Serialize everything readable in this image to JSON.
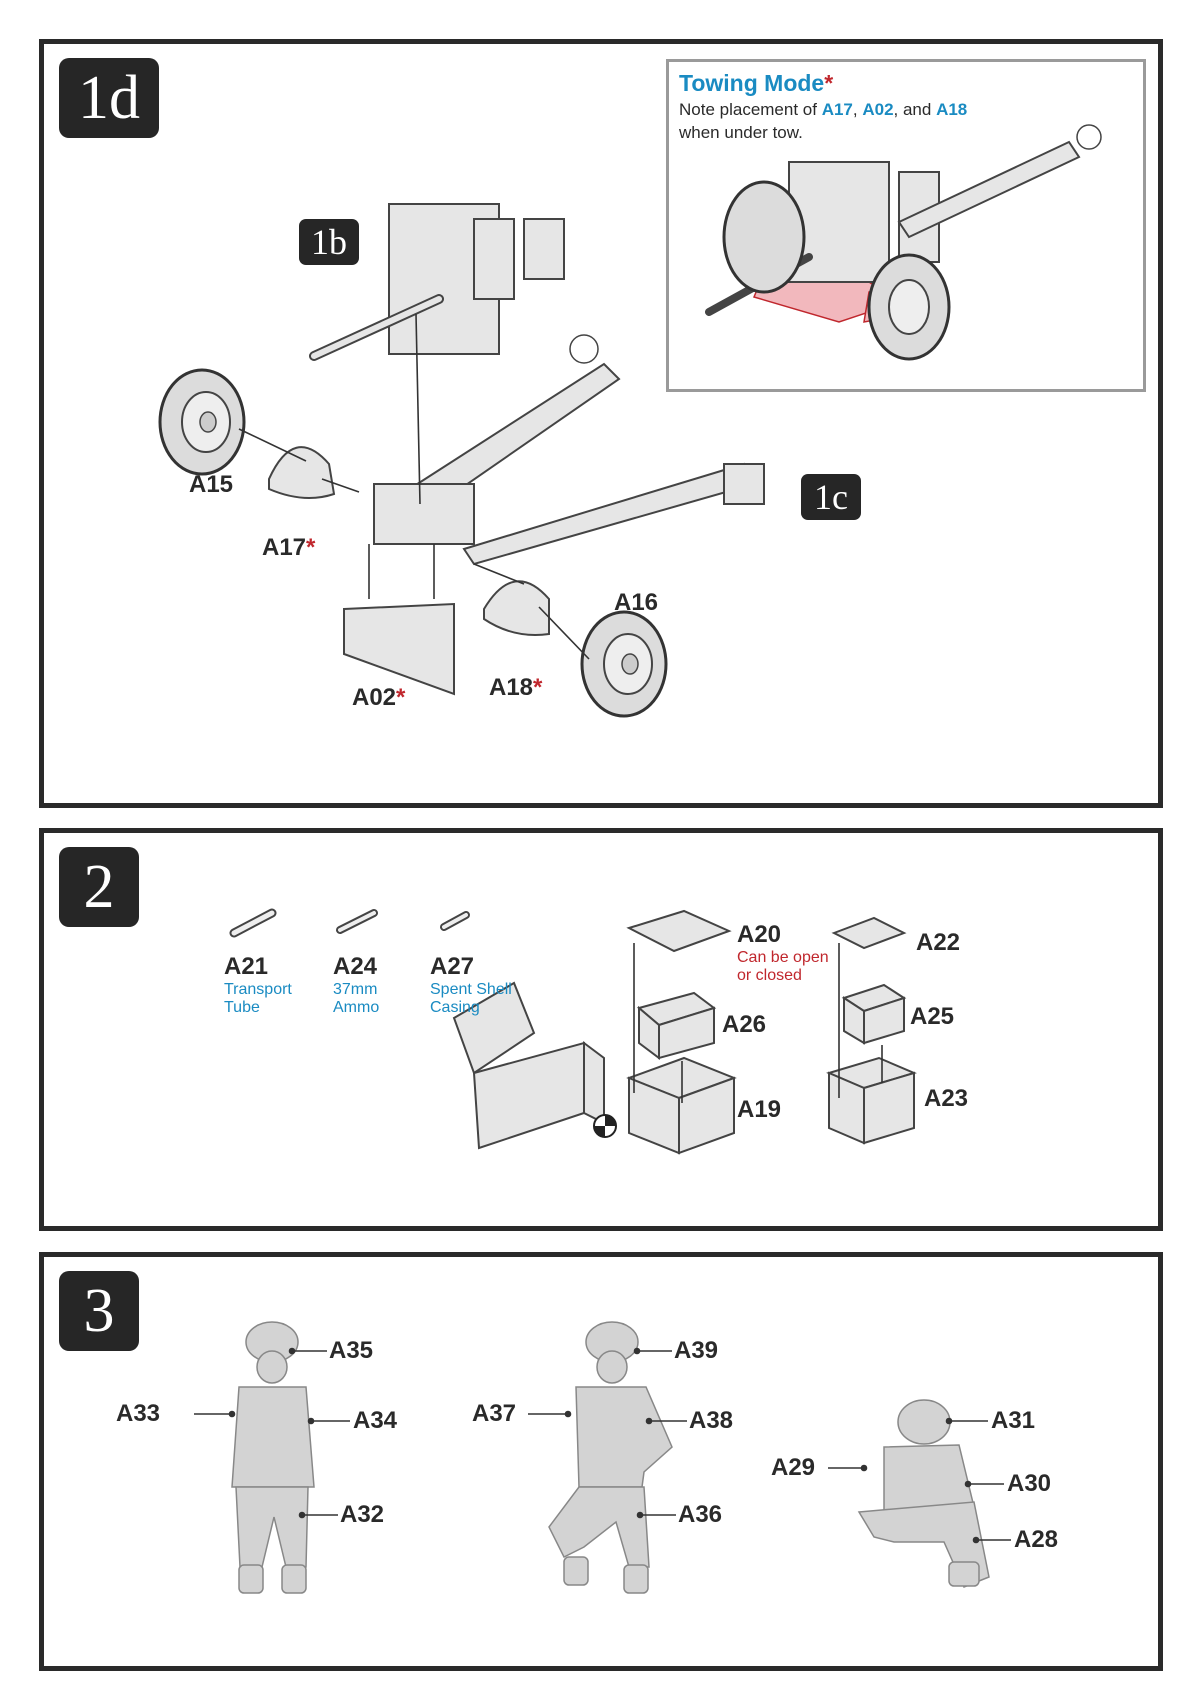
{
  "step_1d": {
    "badge": "1d",
    "ref_badges": [
      "1b",
      "1c"
    ],
    "towing": {
      "title": "Towing Mode",
      "asterisk": "*",
      "line1_prefix": "Note placement of ",
      "p1": "A17",
      "sep1": ", ",
      "p2": "A02",
      "sep2": ", and ",
      "p3": "A18",
      "line2": "when under tow."
    },
    "parts": {
      "a15": "A15",
      "a17": "A17",
      "a16": "A16",
      "a02": "A02",
      "a18": "A18"
    }
  },
  "step_2": {
    "badge": "2",
    "parts": {
      "a21": "A21",
      "a21_note1": "Transport",
      "a21_note2": "Tube",
      "a24": "A24",
      "a24_note1": "37mm",
      "a24_note2": "Ammo",
      "a27": "A27",
      "a27_note1": "Spent Shell",
      "a27_note2": "Casing",
      "a20": "A20",
      "a20_note1": "Can be open",
      "a20_note2": "or closed",
      "a26": "A26",
      "a19": "A19",
      "a22": "A22",
      "a25": "A25",
      "a23": "A23"
    }
  },
  "step_3": {
    "badge": "3",
    "parts": {
      "a35": "A35",
      "a33": "A33",
      "a34": "A34",
      "a32": "A32",
      "a39": "A39",
      "a37": "A37",
      "a38": "A38",
      "a36": "A36",
      "a31": "A31",
      "a29": "A29",
      "a30": "A30",
      "a28": "A28"
    }
  },
  "colors": {
    "badge": "#262626",
    "accent_blue": "#1a8bc2",
    "accent_red": "#c0272d",
    "highlight_pink": "#f2b8bd"
  }
}
